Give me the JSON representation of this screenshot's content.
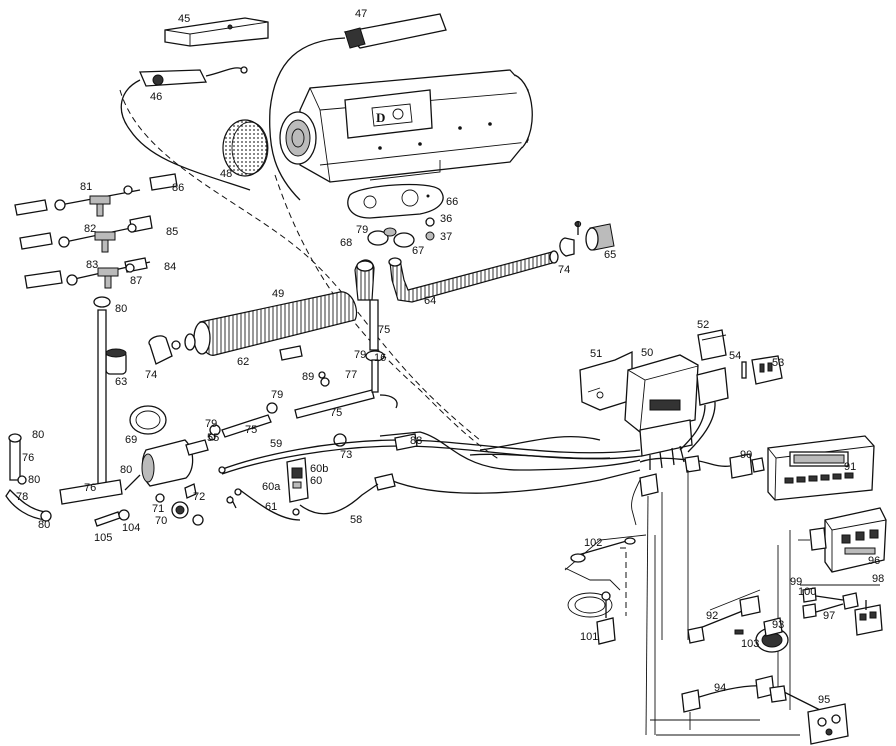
{
  "labels": [
    {
      "id": "45",
      "text": "45"
    },
    {
      "id": "46",
      "text": "46"
    },
    {
      "id": "47",
      "text": "47"
    },
    {
      "id": "48",
      "text": "48"
    },
    {
      "id": "49",
      "text": "49"
    },
    {
      "id": "50",
      "text": "50"
    },
    {
      "id": "51",
      "text": "51"
    },
    {
      "id": "52",
      "text": "52"
    },
    {
      "id": "53",
      "text": "53"
    },
    {
      "id": "54",
      "text": "54"
    },
    {
      "id": "55",
      "text": "55"
    },
    {
      "id": "58",
      "text": "58"
    },
    {
      "id": "59",
      "text": "59"
    },
    {
      "id": "60",
      "text": "60"
    },
    {
      "id": "60a",
      "text": "60a"
    },
    {
      "id": "60b",
      "text": "60b"
    },
    {
      "id": "61",
      "text": "61"
    },
    {
      "id": "62",
      "text": "62"
    },
    {
      "id": "63",
      "text": "63"
    },
    {
      "id": "64",
      "text": "64"
    },
    {
      "id": "65",
      "text": "65"
    },
    {
      "id": "66",
      "text": "66"
    },
    {
      "id": "67",
      "text": "67"
    },
    {
      "id": "68",
      "text": "68"
    },
    {
      "id": "69",
      "text": "69"
    },
    {
      "id": "70",
      "text": "70"
    },
    {
      "id": "71",
      "text": "71"
    },
    {
      "id": "72",
      "text": "72"
    },
    {
      "id": "73",
      "text": "73"
    },
    {
      "id": "74a",
      "text": "74"
    },
    {
      "id": "74b",
      "text": "74"
    },
    {
      "id": "75a",
      "text": "75"
    },
    {
      "id": "75b",
      "text": "75"
    },
    {
      "id": "75c",
      "text": "75"
    },
    {
      "id": "76a",
      "text": "76"
    },
    {
      "id": "76b",
      "text": "76"
    },
    {
      "id": "77",
      "text": "77"
    },
    {
      "id": "78",
      "text": "78"
    },
    {
      "id": "79a",
      "text": "79"
    },
    {
      "id": "79b",
      "text": "79"
    },
    {
      "id": "79c",
      "text": "79"
    },
    {
      "id": "79d",
      "text": "79"
    },
    {
      "id": "80a",
      "text": "80"
    },
    {
      "id": "80b",
      "text": "80"
    },
    {
      "id": "80c",
      "text": "80"
    },
    {
      "id": "80d",
      "text": "80"
    },
    {
      "id": "80e",
      "text": "80"
    },
    {
      "id": "81",
      "text": "81"
    },
    {
      "id": "82",
      "text": "82"
    },
    {
      "id": "83",
      "text": "83"
    },
    {
      "id": "84",
      "text": "84"
    },
    {
      "id": "85",
      "text": "85"
    },
    {
      "id": "86",
      "text": "86"
    },
    {
      "id": "87",
      "text": "87"
    },
    {
      "id": "88",
      "text": "88"
    },
    {
      "id": "89",
      "text": "89"
    },
    {
      "id": "90",
      "text": "90"
    },
    {
      "id": "91",
      "text": "91"
    },
    {
      "id": "92",
      "text": "92"
    },
    {
      "id": "93",
      "text": "93"
    },
    {
      "id": "94",
      "text": "94"
    },
    {
      "id": "95",
      "text": "95"
    },
    {
      "id": "96",
      "text": "96"
    },
    {
      "id": "97",
      "text": "97"
    },
    {
      "id": "98",
      "text": "98"
    },
    {
      "id": "99",
      "text": "99"
    },
    {
      "id": "100",
      "text": "100"
    },
    {
      "id": "101",
      "text": "101"
    },
    {
      "id": "102",
      "text": "102"
    },
    {
      "id": "103",
      "text": "103"
    },
    {
      "id": "104",
      "text": "104"
    },
    {
      "id": "105",
      "text": "105"
    },
    {
      "id": "16",
      "text": "16"
    },
    {
      "id": "36",
      "text": "36"
    },
    {
      "id": "37",
      "text": "37"
    }
  ]
}
